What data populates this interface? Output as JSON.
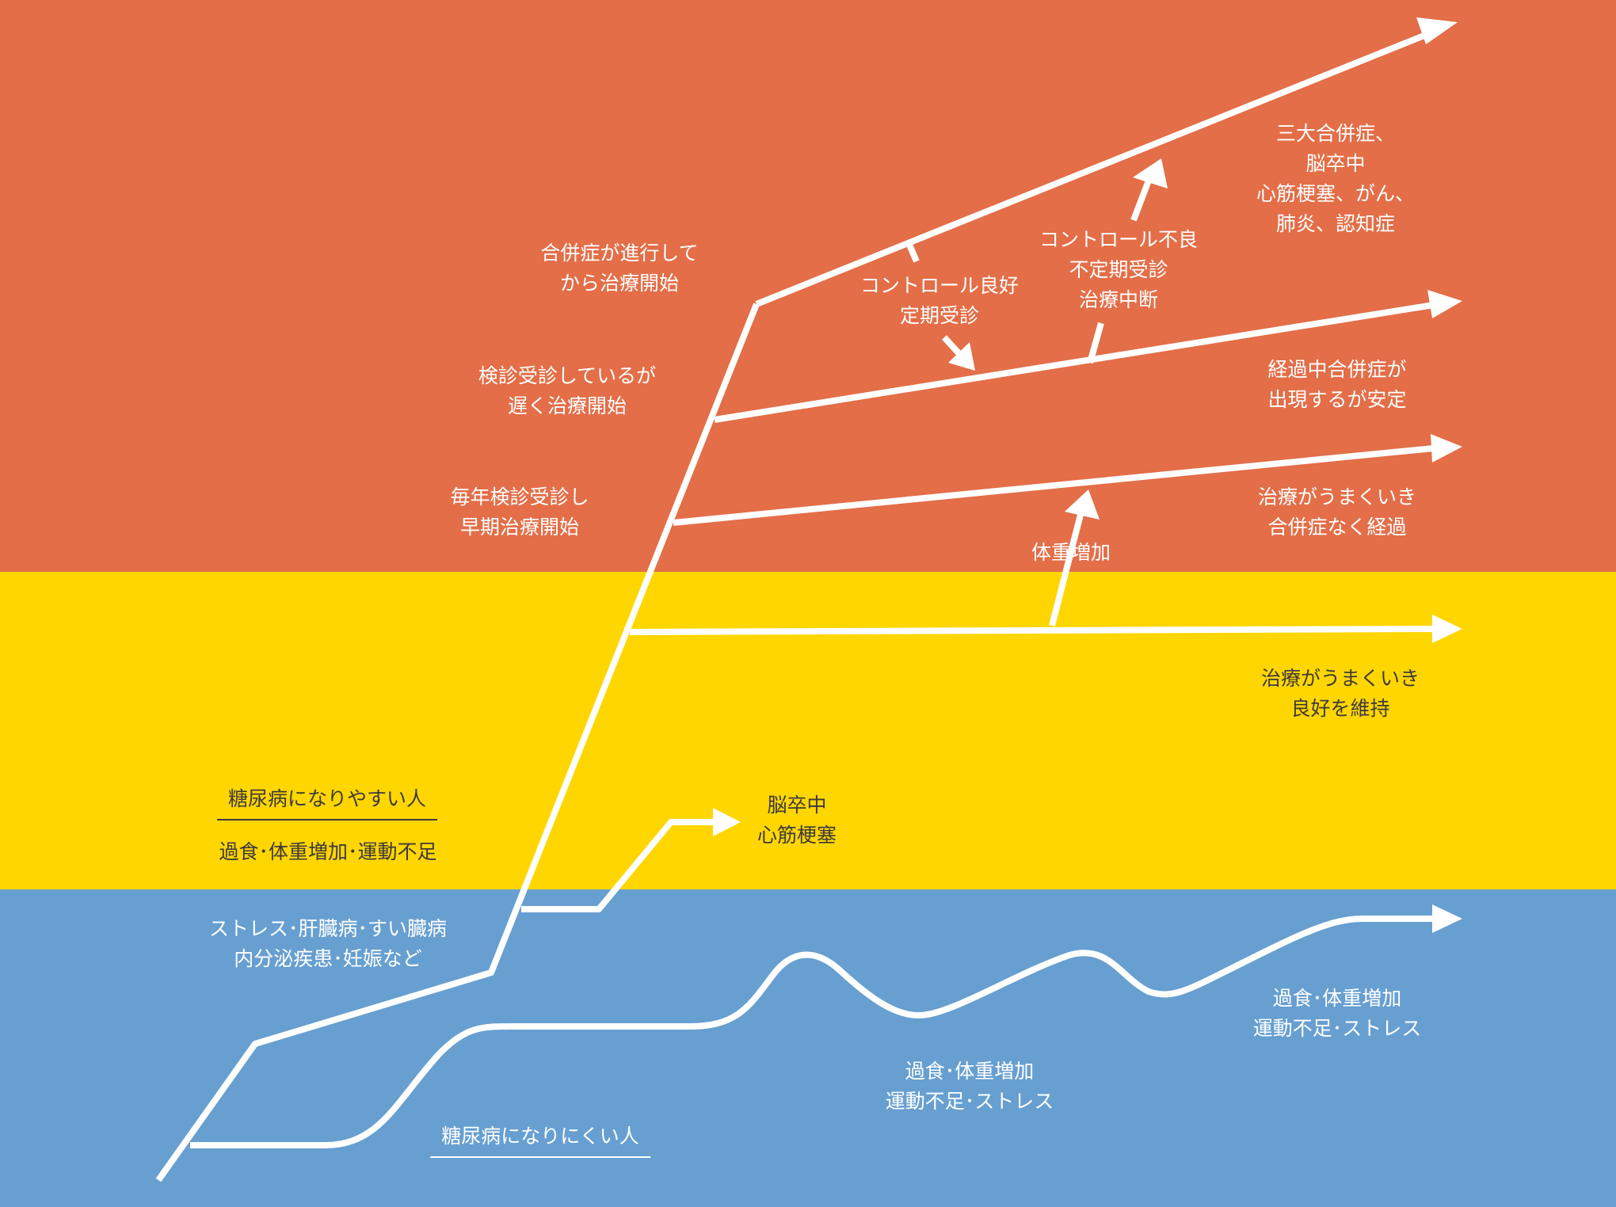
{
  "colors": {
    "red_band": "#e36e48",
    "yellow_band": "#ffd600",
    "blue_band": "#679fd1",
    "path": "#ffffff",
    "dark_text": "#3e3a39"
  },
  "labels": {
    "complication_late": [
      "合併症が進行して",
      "から治療開始"
    ],
    "checkup_late": [
      "検診受診しているが",
      "遅く治療開始"
    ],
    "checkup_early": [
      "毎年検診受診し",
      "早期治療開始"
    ],
    "control_good": [
      "コントロール良好",
      "定期受診"
    ],
    "control_poor": [
      "コントロール不良",
      "不定期受診",
      "治療中断"
    ],
    "three_complications": [
      "三大合併症、",
      "脳卒中",
      "心筋梗塞、がん、",
      "肺炎、認知症"
    ],
    "complication_stable": [
      "経過中合併症が",
      "出現するが安定"
    ],
    "treatment_no_complication": [
      "治療がうまくいき",
      "合併症なく経過"
    ],
    "weight_gain": "体重増加",
    "treatment_good": [
      "治療がうまくいき",
      "良好を維持"
    ],
    "prone_title": "糖尿病になりやすい人",
    "prone_factors": "過食･体重増加･運動不足",
    "stroke_mi": [
      "脳卒中",
      "心筋梗塞"
    ],
    "other_factors": [
      "ストレス･肝臓病･すい臓病",
      "内分泌疾患･妊娠など"
    ],
    "lifestyle_right": [
      "過食･体重増加",
      "運動不足･ストレス"
    ],
    "lifestyle_mid": [
      "過食･体重増加",
      "運動不足･ストレス"
    ],
    "resistant_title": "糖尿病になりにくい人"
  }
}
